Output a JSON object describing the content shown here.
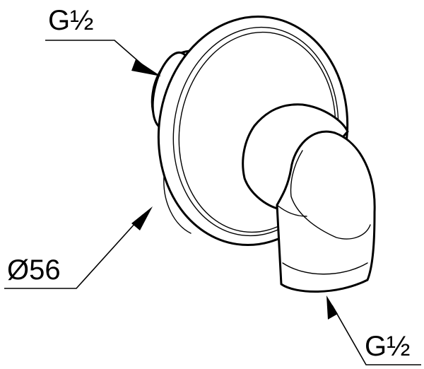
{
  "labels": {
    "top_thread": "G½",
    "diameter": "Ø56",
    "bottom_thread": "G½"
  }
}
